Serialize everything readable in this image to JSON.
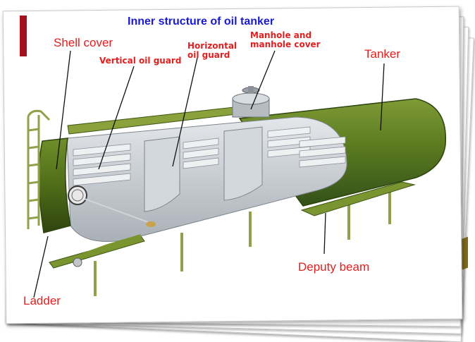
{
  "title": "Inner structure of oil tanker",
  "labels": {
    "shell_cover": "Shell cover",
    "vertical_oil_guard": "Vertical oil guard",
    "horizontal_oil_guard_line1": "Horizontal",
    "horizontal_oil_guard_line2": "oil guard",
    "manhole_line1": "Manhole and",
    "manhole_line2": "manhole cover",
    "tanker": "Tanker",
    "deputy_beam": "Deputy beam",
    "ladder": "Ladder"
  },
  "colors": {
    "title": "#1a1ad0",
    "label": "#e02020",
    "tank_green": "#5a7a1f",
    "interior_gray": "#c9ced4",
    "accent_red": "#a3121c"
  }
}
